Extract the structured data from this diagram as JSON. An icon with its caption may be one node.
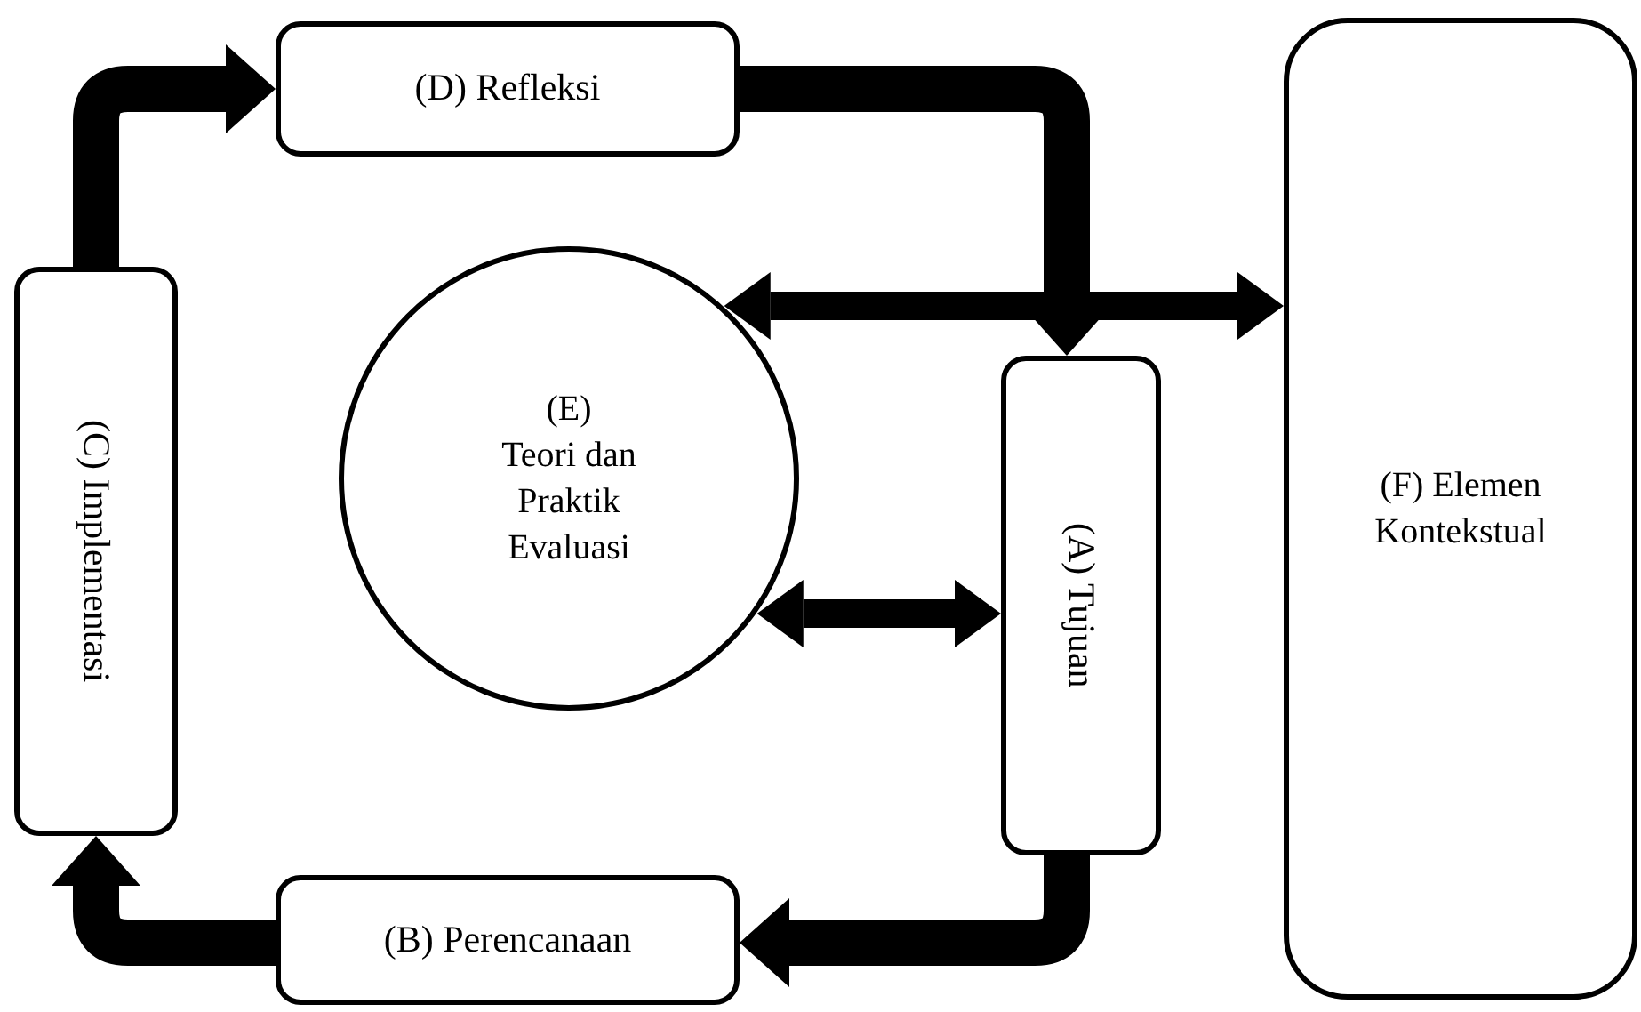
{
  "diagram": {
    "nodes": [
      {
        "text": [
          "(D) Refleksi"
        ]
      },
      {
        "text": [
          "(C) Implementasi"
        ]
      },
      {
        "text": [
          "(E)",
          "Teori dan Praktik Evaluasi"
        ]
      },
      {
        "text": [
          "(A) Tujuan"
        ]
      },
      {
        "text": [
          "(F) Elemen Kontekstual"
        ]
      },
      {
        "text": [
          "(B) Perencanaan"
        ]
      }
    ],
    "edges": [
      {
        "from": 1,
        "to": 0,
        "arrow": "to"
      },
      {
        "from": 0,
        "to": 3,
        "arrow": "to"
      },
      {
        "from": 3,
        "to": 5,
        "arrow": "to"
      },
      {
        "from": 5,
        "to": 1,
        "arrow": "to"
      },
      {
        "from": 2,
        "to": 4,
        "arrow": "both"
      },
      {
        "from": 2,
        "to": 3,
        "arrow": "both"
      }
    ]
  }
}
